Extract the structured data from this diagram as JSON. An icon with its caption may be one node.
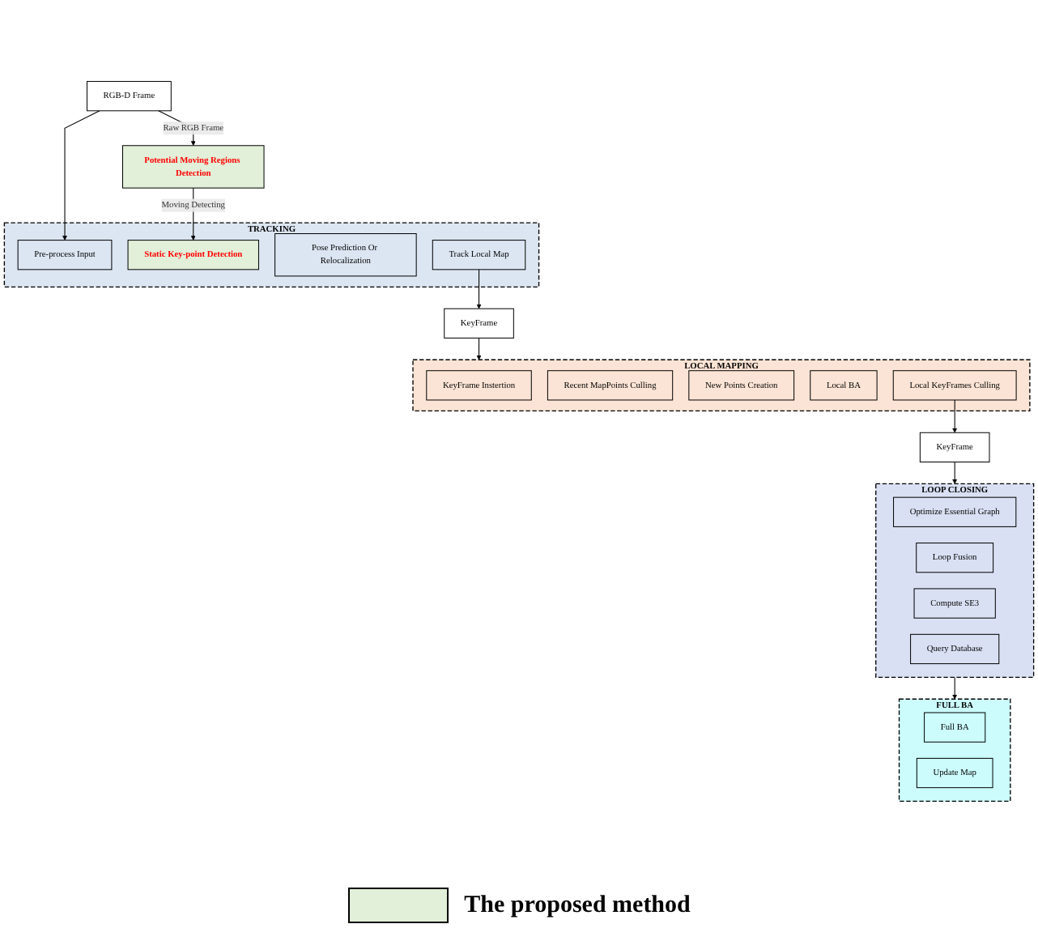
{
  "diagram": {
    "nodes": [
      {
        "text": [
          "RGB-D Frame"
        ]
      },
      {
        "text": [
          "TRACKING"
        ]
      },
      {
        "text": [
          "Pre-process Input"
        ],
        "in": 1
      },
      {
        "text": [
          "Static Key-point Detection"
        ],
        "in": 1
      },
      {
        "text": [
          "Pose Prediction Or Relocalization"
        ],
        "in": 1
      },
      {
        "text": [
          "Track Local Map"
        ],
        "in": 1
      },
      {
        "text": [
          "Potential Moving Regions Detection"
        ]
      },
      {
        "text": [
          "KeyFrame"
        ]
      },
      {
        "text": [
          "LOCAL MAPPING"
        ]
      },
      {
        "text": [
          "KeyFrame Instertion"
        ],
        "in": 8
      },
      {
        "text": [
          "Recent MapPoints Culling"
        ],
        "in": 8
      },
      {
        "text": [
          "New Points Creation"
        ],
        "in": 8
      },
      {
        "text": [
          "Local BA"
        ],
        "in": 8
      },
      {
        "text": [
          "Local KeyFrames Culling"
        ],
        "in": 8
      },
      {
        "text": [
          "FULL BA"
        ]
      },
      {
        "text": [
          "Full BA"
        ],
        "in": 14
      },
      {
        "text": [
          "Update Map"
        ],
        "in": 14
      },
      {
        "text": [
          "KeyFrame"
        ]
      },
      {
        "text": [
          "LOOP CLOSING"
        ]
      },
      {
        "text": [
          "Optimize Essential Graph"
        ],
        "in": 18
      },
      {
        "text": [
          "Loop Fusion"
        ],
        "in": 18
      },
      {
        "text": [
          "Compute SE3"
        ],
        "in": 18
      },
      {
        "text": [
          "Query Database"
        ],
        "in": 18
      }
    ],
    "edges": [
      {
        "from": 0,
        "to": 2,
        "arrow": "to"
      },
      {
        "from": 0,
        "to": 6,
        "label": "Raw RGB Frame",
        "arrow": "to"
      },
      {
        "from": 6,
        "to": 3,
        "label": "Moving Detecting",
        "arrow": "to"
      },
      {
        "from": 5,
        "to": 7,
        "arrow": "to"
      },
      {
        "from": 7,
        "to": 8,
        "arrow": "to"
      },
      {
        "from": 13,
        "to": 17,
        "arrow": "to"
      },
      {
        "from": 17,
        "to": 18,
        "arrow": "to"
      },
      {
        "from": 18,
        "to": 14,
        "arrow": "to"
      }
    ],
    "legend": [
      {
        "text": "The proposed method",
        "color": "#e2efd9"
      }
    ]
  }
}
